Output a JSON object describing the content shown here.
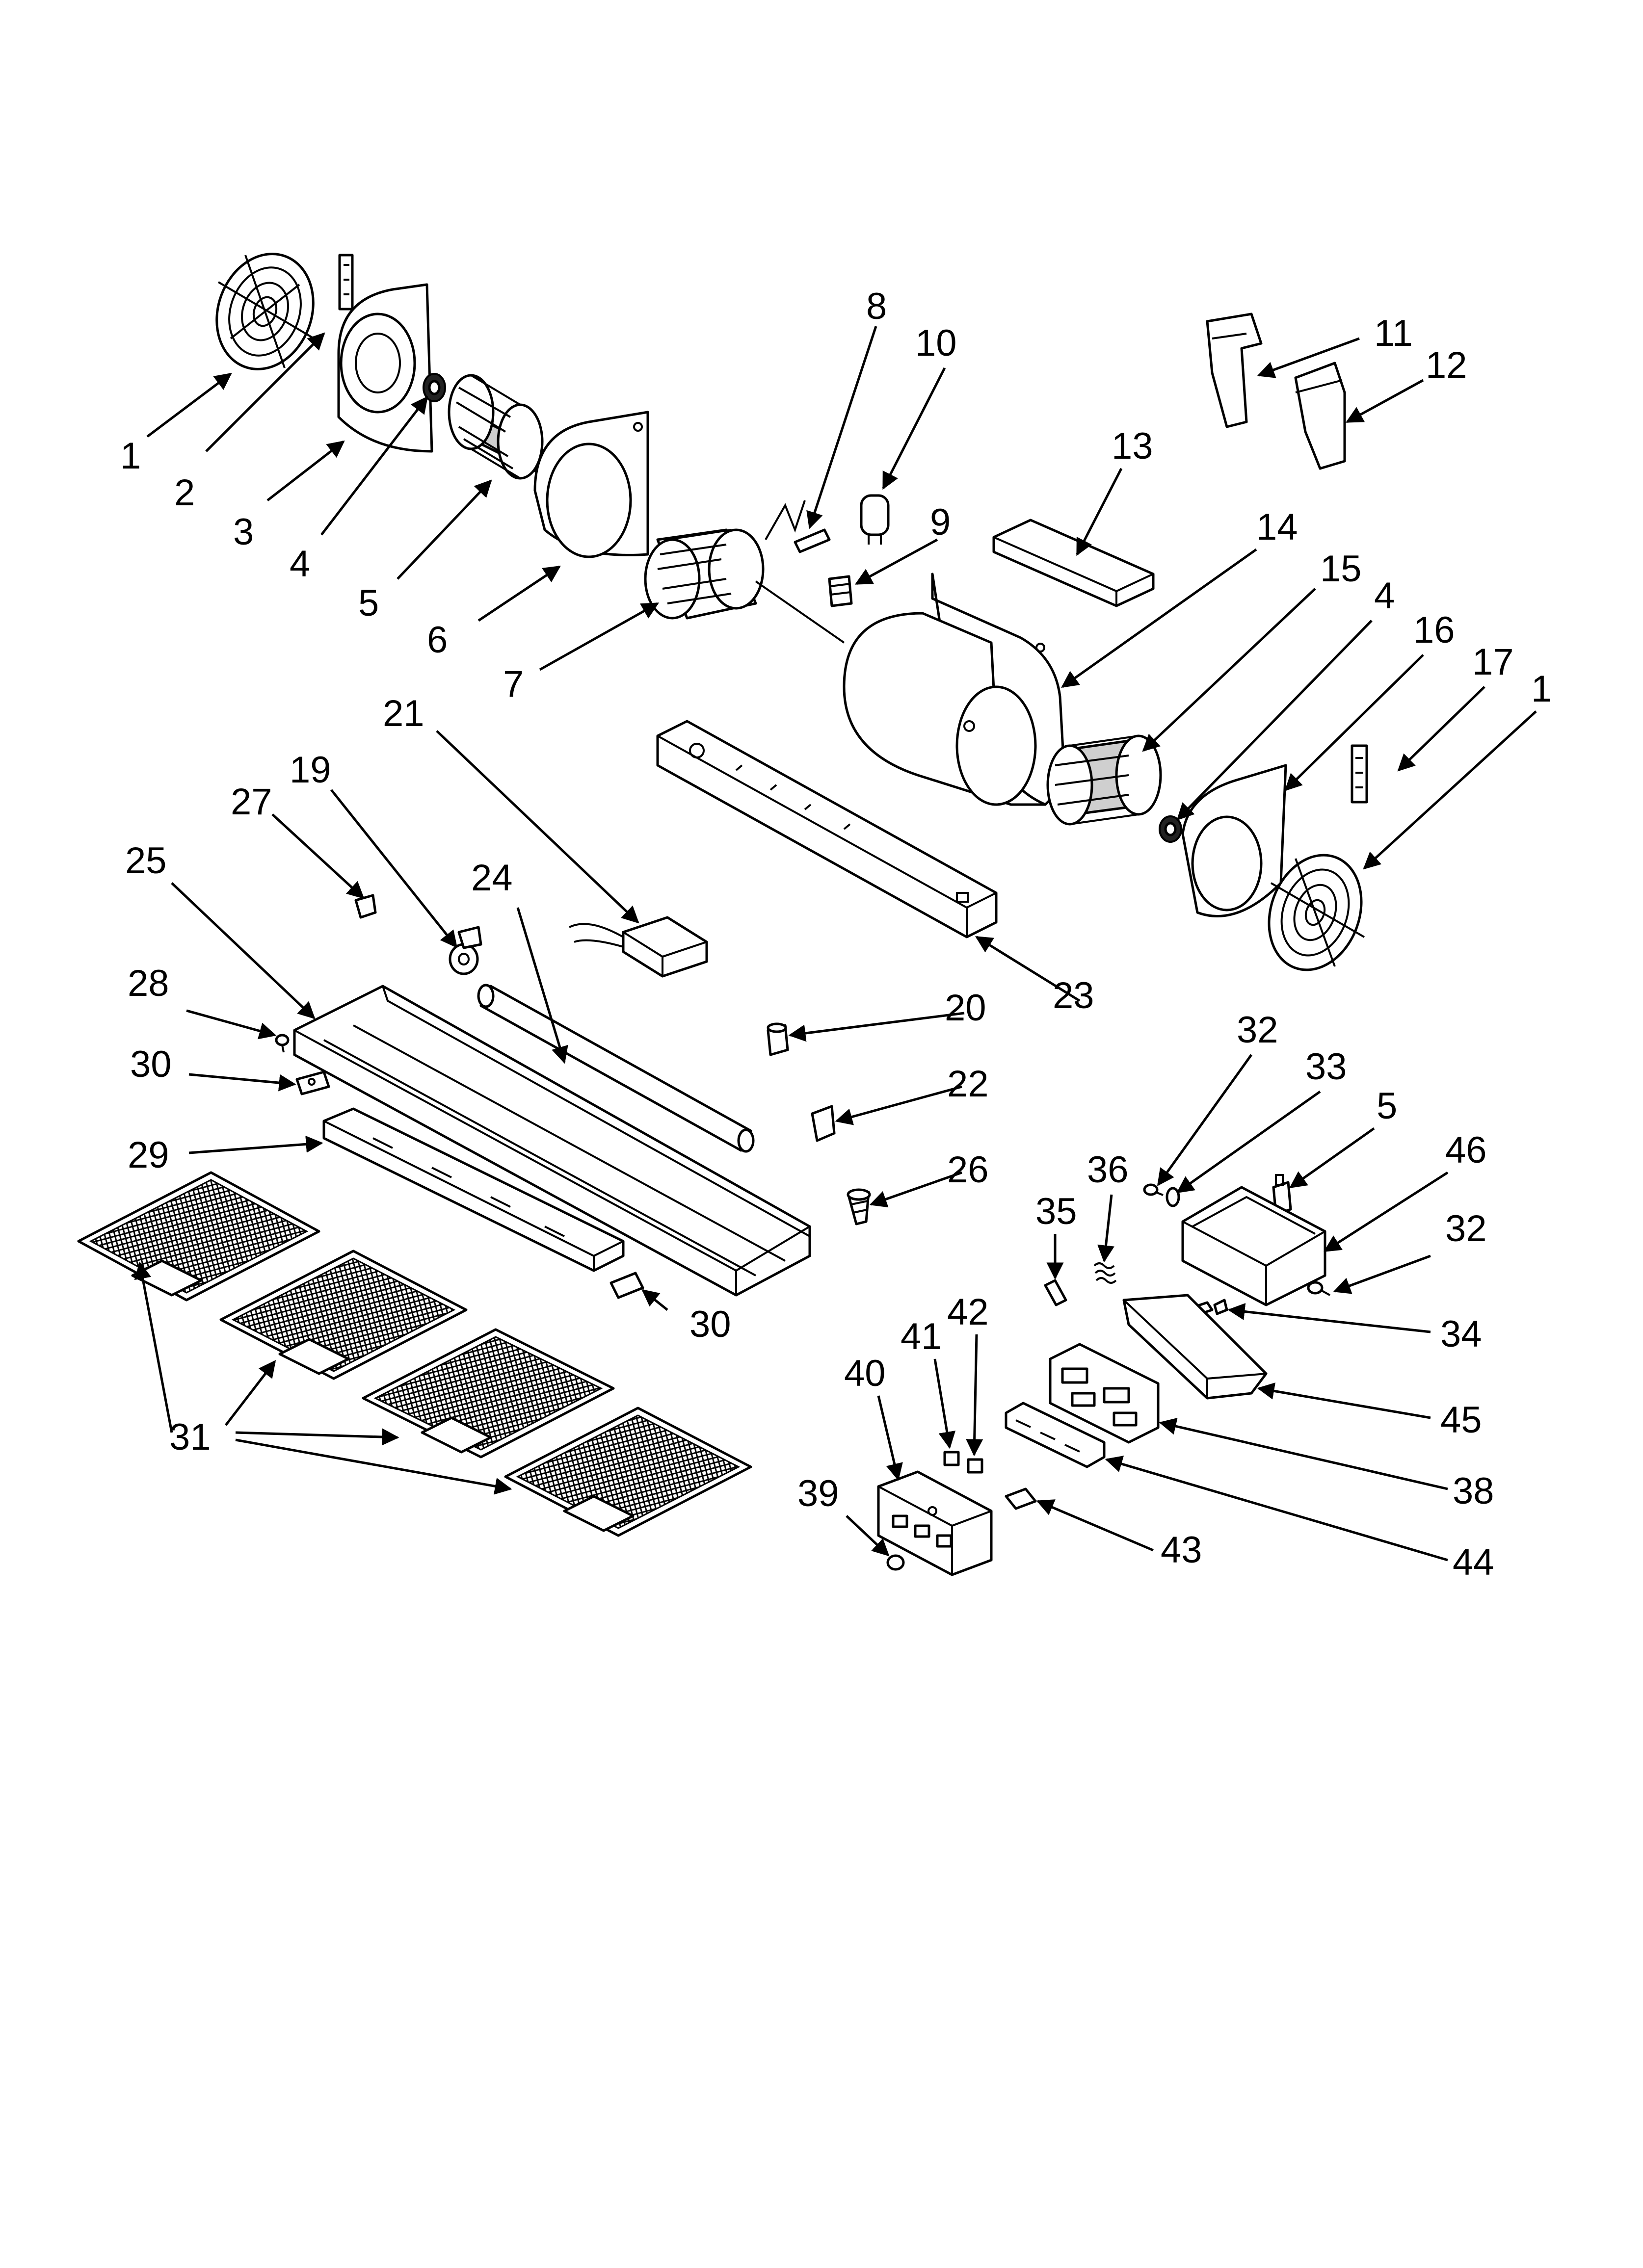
{
  "callouts": [
    {
      "id": "c1a",
      "text": "1"
    },
    {
      "id": "c2",
      "text": "2"
    },
    {
      "id": "c3",
      "text": "3"
    },
    {
      "id": "c4a",
      "text": "4"
    },
    {
      "id": "c5a",
      "text": "5"
    },
    {
      "id": "c6",
      "text": "6"
    },
    {
      "id": "c7",
      "text": "7"
    },
    {
      "id": "c8",
      "text": "8"
    },
    {
      "id": "c9",
      "text": "9"
    },
    {
      "id": "c10",
      "text": "10"
    },
    {
      "id": "c11",
      "text": "11"
    },
    {
      "id": "c12",
      "text": "12"
    },
    {
      "id": "c13",
      "text": "13"
    },
    {
      "id": "c14",
      "text": "14"
    },
    {
      "id": "c15",
      "text": "15"
    },
    {
      "id": "c4b",
      "text": "4"
    },
    {
      "id": "c16",
      "text": "16"
    },
    {
      "id": "c17",
      "text": "17"
    },
    {
      "id": "c1b",
      "text": "1"
    },
    {
      "id": "c21",
      "text": "21"
    },
    {
      "id": "c19",
      "text": "19"
    },
    {
      "id": "c27",
      "text": "27"
    },
    {
      "id": "c25",
      "text": "25"
    },
    {
      "id": "c24",
      "text": "24"
    },
    {
      "id": "c23",
      "text": "23"
    },
    {
      "id": "c28",
      "text": "28"
    },
    {
      "id": "c20",
      "text": "20"
    },
    {
      "id": "c30a",
      "text": "30"
    },
    {
      "id": "c22",
      "text": "22"
    },
    {
      "id": "c29",
      "text": "29"
    },
    {
      "id": "c26",
      "text": "26"
    },
    {
      "id": "c32a",
      "text": "32"
    },
    {
      "id": "c33",
      "text": "33"
    },
    {
      "id": "c5b",
      "text": "5"
    },
    {
      "id": "c46",
      "text": "46"
    },
    {
      "id": "c36",
      "text": "36"
    },
    {
      "id": "c35",
      "text": "35"
    },
    {
      "id": "c32b",
      "text": "32"
    },
    {
      "id": "c30b",
      "text": "30"
    },
    {
      "id": "c34",
      "text": "34"
    },
    {
      "id": "c42",
      "text": "42"
    },
    {
      "id": "c41",
      "text": "41"
    },
    {
      "id": "c40",
      "text": "40"
    },
    {
      "id": "c31",
      "text": "31"
    },
    {
      "id": "c45",
      "text": "45"
    },
    {
      "id": "c38",
      "text": "38"
    },
    {
      "id": "c39",
      "text": "39"
    },
    {
      "id": "c44",
      "text": "44"
    },
    {
      "id": "c43",
      "text": "43"
    }
  ]
}
